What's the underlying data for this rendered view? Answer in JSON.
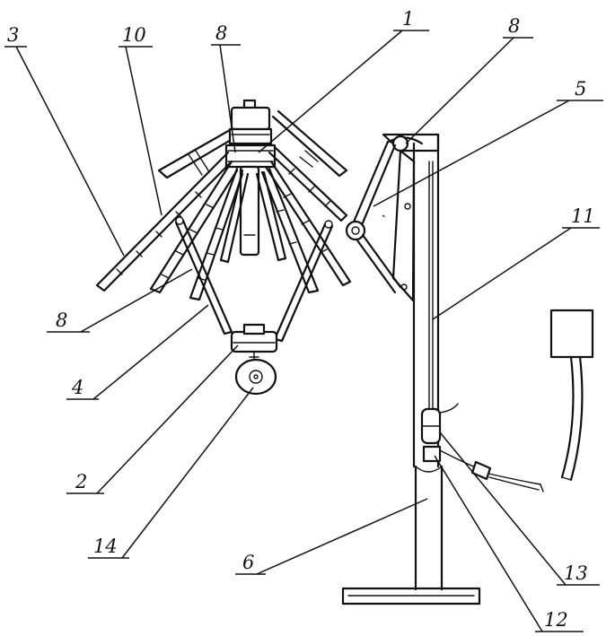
{
  "labels": {
    "l1": "1",
    "l2": "2",
    "l3": "3",
    "l4": "4",
    "l5": "5",
    "l6": "6",
    "l8a": "8",
    "l8b": "8",
    "l8c": "8",
    "l10": "10",
    "l11": "11",
    "l12": "12",
    "l13": "13",
    "l14": "14"
  }
}
